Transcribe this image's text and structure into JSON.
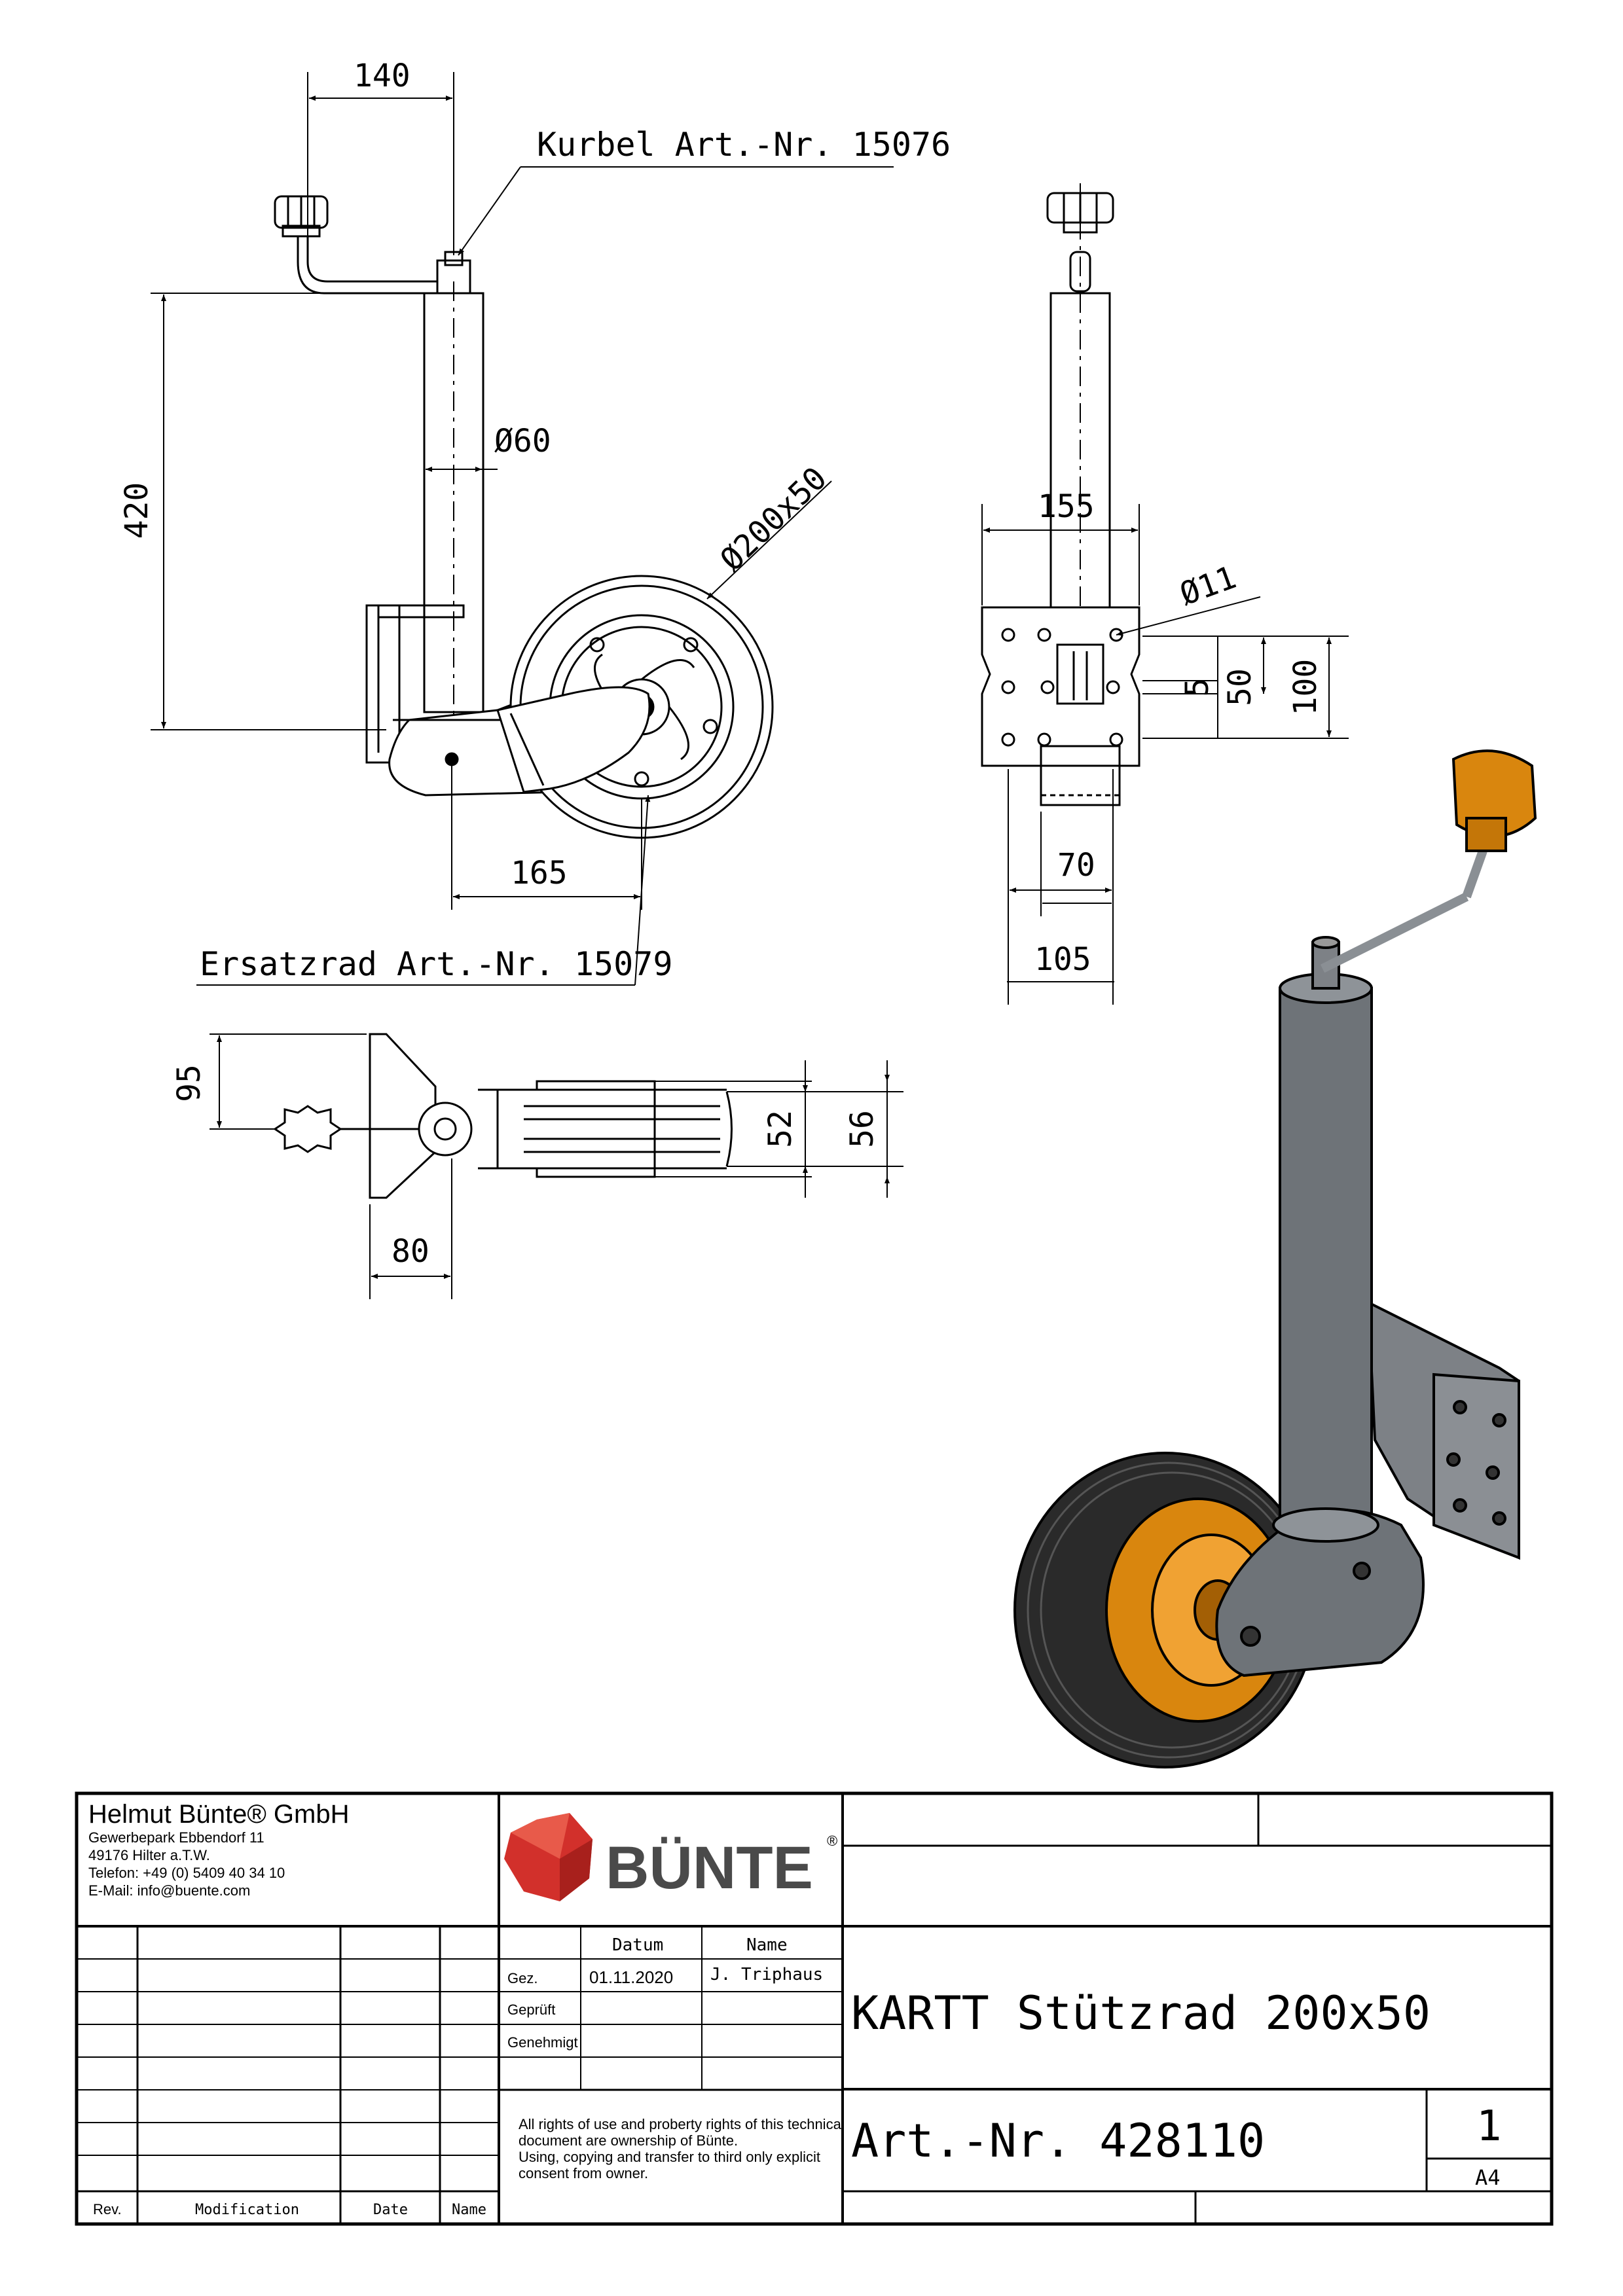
{
  "dimensions": {
    "d140": "140",
    "d420": "420",
    "d60": "Ø60",
    "d200x50": "Ø200x50",
    "d165": "165",
    "d155": "155",
    "d11": "Ø11",
    "d5": "5",
    "d50": "50",
    "d100": "100",
    "d70": "70",
    "d105": "105",
    "d95": "95",
    "d80": "80",
    "d52": "52",
    "d56": "56"
  },
  "callouts": {
    "kurbel": "Kurbel Art.-Nr. 15076",
    "ersatzrad": "Ersatzrad Art.-Nr. 15079"
  },
  "title_block": {
    "company": "Helmut Bünte® GmbH",
    "address": [
      "Gewerbepark Ebbendorf 11",
      "49176 Hilter a.T.W.",
      "Telefon: +49 (0) 5409 40 34 10",
      "E-Mail: info@buente.com"
    ],
    "logo_text": "BÜNTE",
    "logo_mark": "®",
    "col_datum": "Datum",
    "col_name": "Name",
    "row_gez": "Gez.",
    "row_geprueft": "Geprüft",
    "row_genehmigt": "Genehmigt",
    "gez_date": "01.11.2020",
    "gez_name": "J. Triphaus",
    "rights": [
      "All rights of use and proberty rights of this technical",
      "document are ownership of Bünte.",
      "Using, copying and transfer to third only explicit",
      "consent from owner."
    ],
    "rev_label": "Rev.",
    "modification_label": "Modification",
    "date_label": "Date",
    "name_label": "Name",
    "title": "KARTT Stützrad 200x50",
    "art_nr": "Art.-Nr. 428110",
    "sheet": "1",
    "format": "A4"
  },
  "colors": {
    "line": "#000000",
    "steel": "#6e7378",
    "rim": "#d9860e",
    "tyre": "#2a2a2a",
    "logo_red": "#d2302b"
  }
}
